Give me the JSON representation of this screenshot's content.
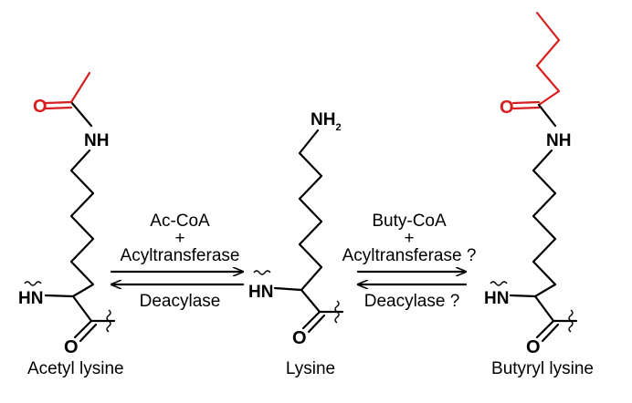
{
  "molecules": {
    "acetyl": {
      "name": "Acetyl lysine",
      "side_nh": "NH",
      "backbone_hn": "HN",
      "carbonyl_o": "O",
      "acyl_o": "O",
      "acyl_color": "#d81f1f"
    },
    "lysine": {
      "name": "Lysine",
      "amine_label": "NH",
      "amine_subscript": "2",
      "backbone_hn": "HN",
      "carbonyl_o": "O"
    },
    "butyryl": {
      "name": "Butyryl lysine",
      "side_nh": "NH",
      "backbone_hn": "HN",
      "carbonyl_o": "O",
      "acyl_o": "O",
      "acyl_color": "#d81f1f"
    }
  },
  "reactions": {
    "left": {
      "cofactor": "Ac-CoA",
      "plus": "+",
      "forward_enzyme": "Acyltransferase",
      "reverse_enzyme": "Deacylase"
    },
    "right": {
      "cofactor": "Buty-CoA",
      "plus": "+",
      "forward_enzyme": "Acyltransferase ?",
      "reverse_enzyme": "Deacylase ?"
    }
  }
}
